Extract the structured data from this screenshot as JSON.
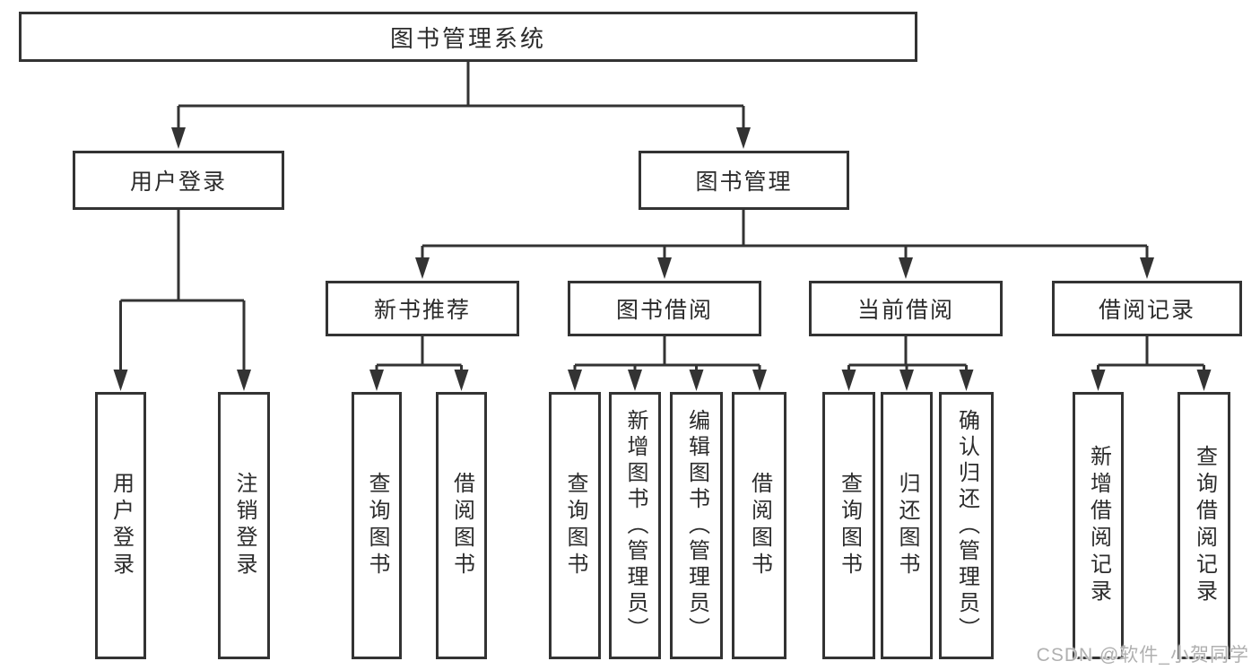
{
  "colors": {
    "line": "#333333",
    "text": "#2b2b2b",
    "watermark": "#b0b0b0",
    "bg": "#ffffff"
  },
  "diagram": {
    "root": {
      "label": "图书管理系统"
    },
    "branches": {
      "user_login": {
        "label": "用户登录",
        "children": [
          "用户登录",
          "注销登录"
        ]
      },
      "book_mgmt": {
        "label": "图书管理"
      }
    },
    "modules": [
      {
        "label": "新书推荐",
        "children": [
          "查询图书",
          "借阅图书"
        ]
      },
      {
        "label": "图书借阅",
        "children": [
          "查询图书",
          "新增图书（管理员）",
          "编辑图书（管理员）",
          "借阅图书"
        ]
      },
      {
        "label": "当前借阅",
        "children": [
          "查询图书",
          "归还图书",
          "确认归还（管理员）"
        ]
      },
      {
        "label": "借阅记录",
        "children": [
          "新增借阅记录",
          "查询借阅记录"
        ]
      }
    ],
    "watermark": "CSDN @软件_小贺同学"
  }
}
